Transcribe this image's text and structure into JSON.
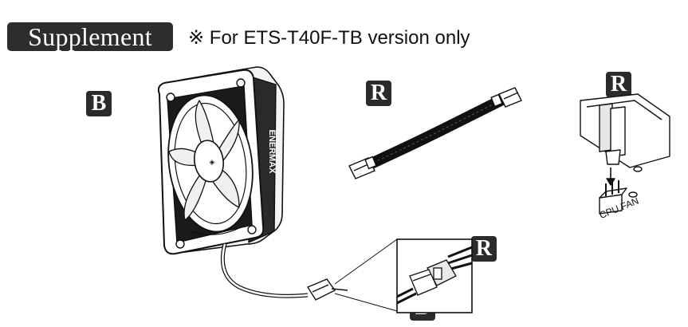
{
  "header": {
    "badge": "Supplement",
    "note": "※ For ETS-T40F-TB version only"
  },
  "labels": {
    "fan": "B",
    "cable": "R",
    "header": "R",
    "plug_r": "R",
    "plug_b": "B"
  },
  "fan": {
    "brand": "ENERMAX",
    "logo": "◈"
  },
  "motherboard": {
    "port_label": "CPU FAN"
  }
}
